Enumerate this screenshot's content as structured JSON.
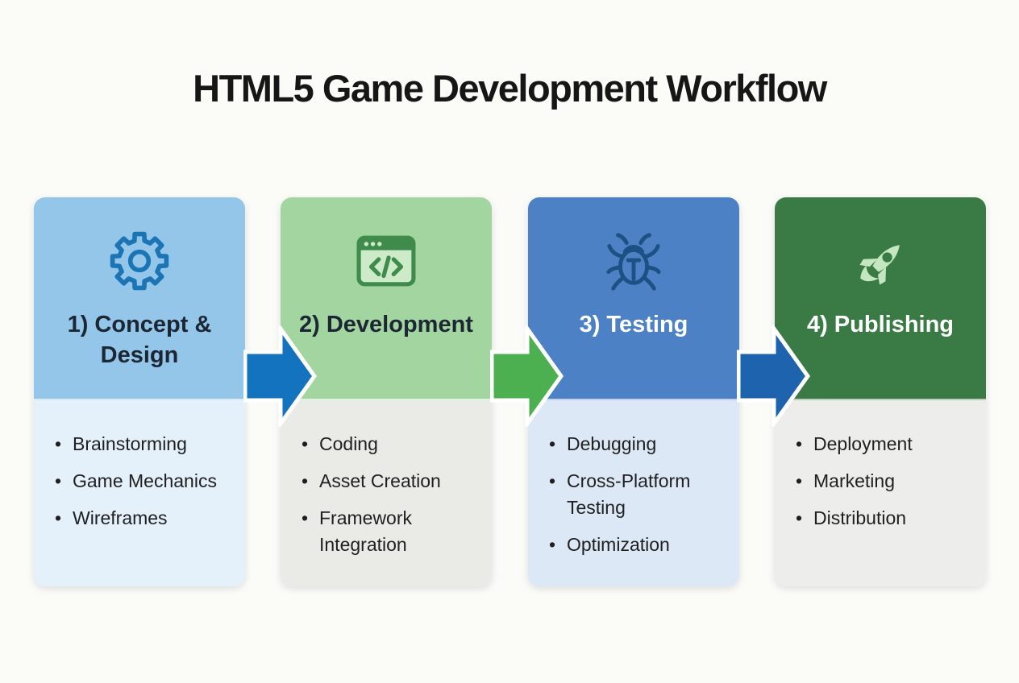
{
  "background": "#FBFBF8",
  "text_color": "#1F1F1F",
  "title": "HTML5 Game Development Workflow",
  "stages": [
    {
      "title": "1) Concept & Design",
      "icon": "gear-icon",
      "items": [
        "Brainstorming",
        "Game Mechanics",
        "Wireframes"
      ],
      "header_color": "#93C6E9",
      "body_color": "#E4F0FA",
      "title_color": "#1C2733",
      "icon_color": "#1B74B4"
    },
    {
      "title": "2) Development",
      "icon": "code-window-icon",
      "items": [
        "Coding",
        "Asset Creation",
        "Framework Integration"
      ],
      "header_color": "#A2D5A0",
      "body_color": "#EAEBE6",
      "title_color": "#1C2733",
      "icon_color": "#3E8B4B",
      "icon_bg_color": "#CDEBC9"
    },
    {
      "title": "3) Testing",
      "icon": "bug-icon",
      "items": [
        "Debugging",
        "Cross-Platform Testing",
        "Optimization"
      ],
      "header_color": "#4C81C6",
      "body_color": "#DDE8F6",
      "title_color": "#FFFFFF",
      "icon_color": "#1C5183"
    },
    {
      "title": "4) Publishing",
      "icon": "rocket-icon",
      "items": [
        "Deployment",
        "Marketing",
        "Distribution"
      ],
      "header_color": "#3A7B45",
      "body_color": "#EDEDEB",
      "title_color": "#FFFFFF",
      "icon_color": "#C4E6C0"
    }
  ],
  "arrows": [
    {
      "color": "#1373BE",
      "outline": "#FFFFFF"
    },
    {
      "color": "#4CAF50",
      "outline": "#FFFFFF"
    },
    {
      "color": "#1E63AE",
      "outline": "#FFFFFF"
    }
  ]
}
